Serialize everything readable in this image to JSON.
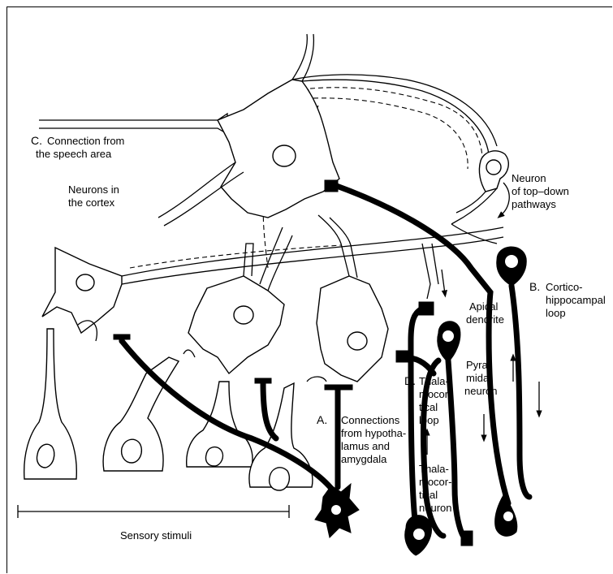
{
  "labels": {
    "c_letter": "C.",
    "c_line1": "Connection from",
    "c_line2": "the speech area",
    "cortex_line1": "Neurons in",
    "cortex_line2": "the cortex",
    "topdown_line1": "Neuron",
    "topdown_line2": "of top–down",
    "topdown_line3": "pathways",
    "b_letter": "B.",
    "b_line1": "Cortico-",
    "b_line2": "hippocampal",
    "b_line3": "loop",
    "apical_line1": "Apical",
    "apical_line2": "dendrite",
    "pyr_line1": "Pyra-",
    "pyr_line2": "midal",
    "pyr_line3": "neuron",
    "d_letter": "D.",
    "d_line1": "Thala-",
    "d_line2": "mocor-",
    "d_line3": "tical",
    "d_line4": "loop",
    "a_letter": "A.",
    "a_line1": "Connections",
    "a_line2": "from hypotha-",
    "a_line3": "lamus and",
    "a_line4": "amygdala",
    "tn_line1": "Thala-",
    "tn_line2": "mocor-",
    "tn_line3": "tical",
    "tn_line4": "neuron",
    "sensory": "Sensory stimuli"
  }
}
